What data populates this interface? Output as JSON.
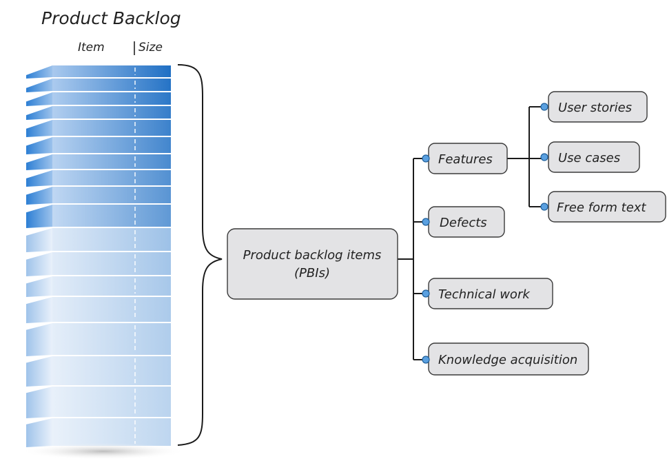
{
  "backlog": {
    "title": "Product Backlog",
    "column_item": "Item",
    "column_size": "Size"
  },
  "root": {
    "line1": "Product backlog items",
    "line2": "(PBIs)"
  },
  "categories": [
    {
      "label": "Features"
    },
    {
      "label": "Defects"
    },
    {
      "label": "Technical work"
    },
    {
      "label": "Knowledge acquisition"
    }
  ],
  "feature_types": [
    {
      "label": "User stories"
    },
    {
      "label": "Use cases"
    },
    {
      "label": "Free form text"
    }
  ],
  "colors": {
    "node_fill": "#e3e3e5",
    "node_stroke": "#3a3a3a",
    "port_fill": "#5aa0e0",
    "backlog_dark": "#1f6fc4",
    "backlog_light": "#f4f8fd"
  }
}
